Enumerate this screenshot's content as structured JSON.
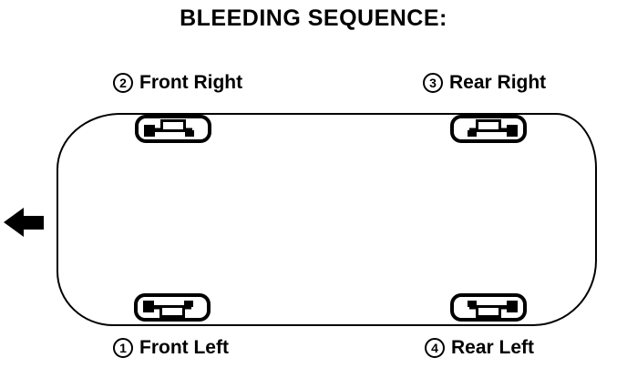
{
  "title": "BLEEDING SEQUENCE:",
  "diagram": {
    "wheels": [
      {
        "order": "2",
        "name": "Front Right",
        "position": "top-left"
      },
      {
        "order": "3",
        "name": "Rear Right",
        "position": "top-right"
      },
      {
        "order": "1",
        "name": "Front Left",
        "position": "bottom-left"
      },
      {
        "order": "4",
        "name": "Rear Left",
        "position": "bottom-right"
      }
    ],
    "icons": {
      "arrow": "front-direction-arrow-icon (points left)",
      "wheel": "brake-caliper-icon"
    },
    "colors": {
      "line": "#000000",
      "background": "#ffffff"
    }
  }
}
